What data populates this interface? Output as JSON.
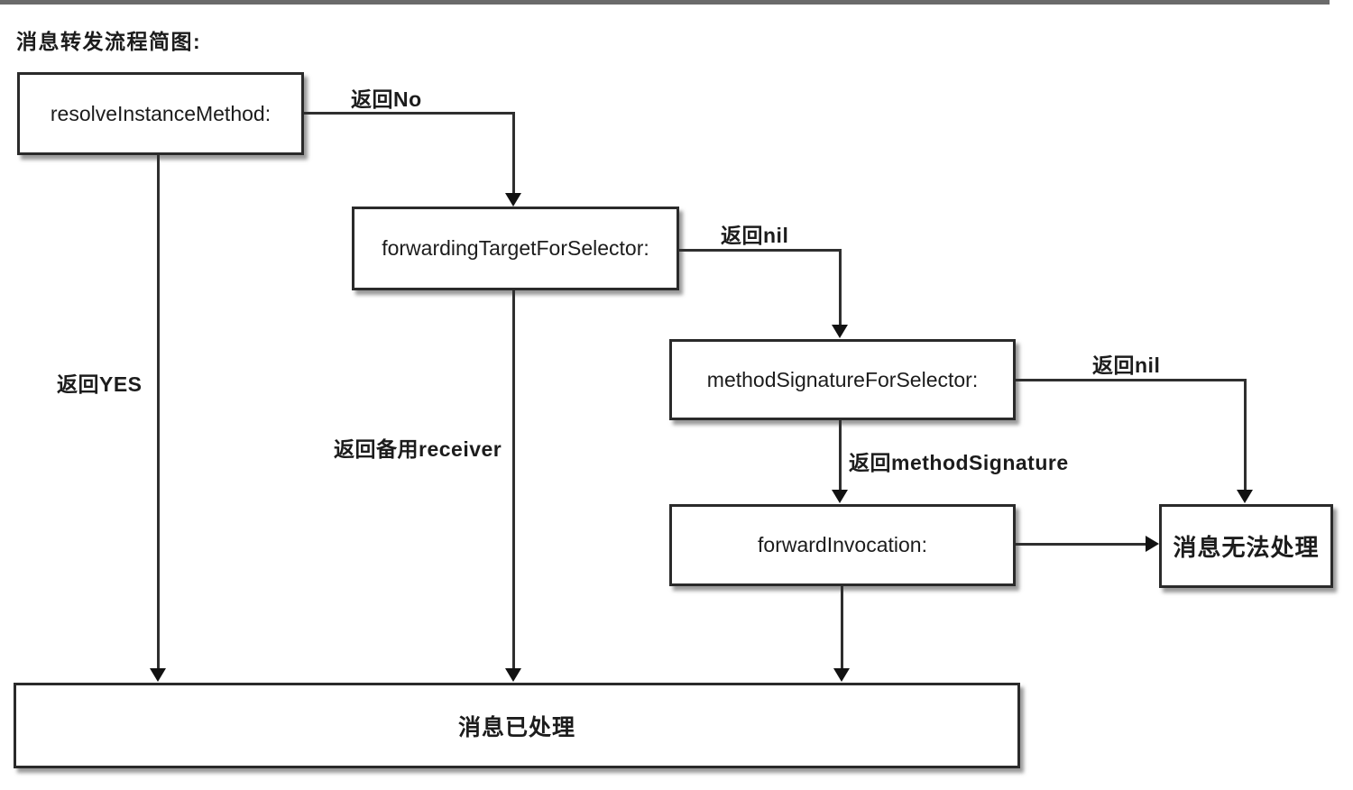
{
  "title": "消息转发流程简图:",
  "nodes": {
    "resolve": "resolveInstanceMethod:",
    "forwarding_target": "forwardingTargetForSelector:",
    "method_signature": "methodSignatureForSelector:",
    "forward_invocation": "forwardInvocation:",
    "cannot_handle": "消息无法处理",
    "handled": "消息已处理"
  },
  "edges": [
    {
      "from": "resolve",
      "to": "forwarding_target",
      "label": "返回No"
    },
    {
      "from": "forwarding_target",
      "to": "method_signature",
      "label": "返回nil"
    },
    {
      "from": "method_signature",
      "to": "cannot_handle",
      "label": "返回nil"
    },
    {
      "from": "method_signature",
      "to": "forward_invocation",
      "label": "返回methodSignature"
    },
    {
      "from": "forward_invocation",
      "to": "cannot_handle",
      "label": ""
    },
    {
      "from": "resolve",
      "to": "handled",
      "label": "返回YES"
    },
    {
      "from": "forwarding_target",
      "to": "handled",
      "label": "返回备用receiver"
    },
    {
      "from": "forward_invocation",
      "to": "handled",
      "label": ""
    }
  ],
  "colors": {
    "line": "#2f2f2f",
    "box_border": "#2a2a2a",
    "box_fill": "#ffffff",
    "text": "#1c1c1c",
    "top_bar": "#6b6b6b",
    "arrow": "#121212"
  }
}
